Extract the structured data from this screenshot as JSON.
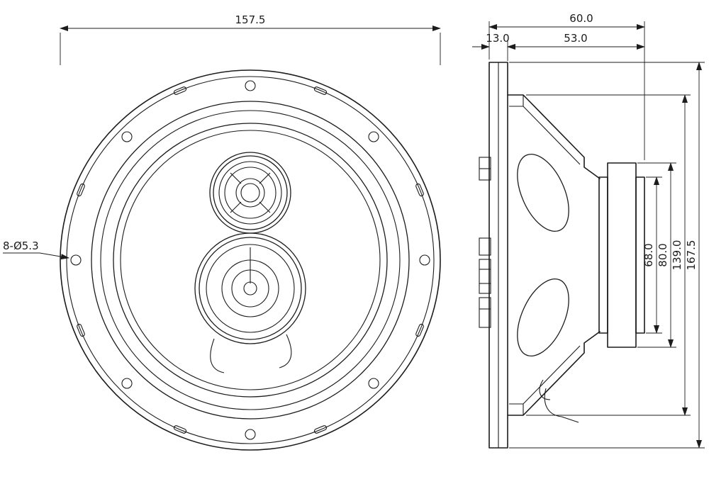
{
  "drawing": {
    "kind": "speaker-dimension-drawing",
    "views": [
      "front",
      "side-section"
    ]
  },
  "colors": {
    "line": "#1c1c1c",
    "background": "#ffffff"
  },
  "front_view": {
    "outer_diameter": "157.5",
    "mounting_holes_label": "8-Ø5.3"
  },
  "side_view": {
    "total_depth": "60.0",
    "flange_depth": "13.0",
    "rear_depth": "53.0",
    "magnet_diameter": "68.0",
    "motor_diameter": "80.0",
    "basket_diameter": "139.0",
    "overall_diameter": "167.5"
  }
}
